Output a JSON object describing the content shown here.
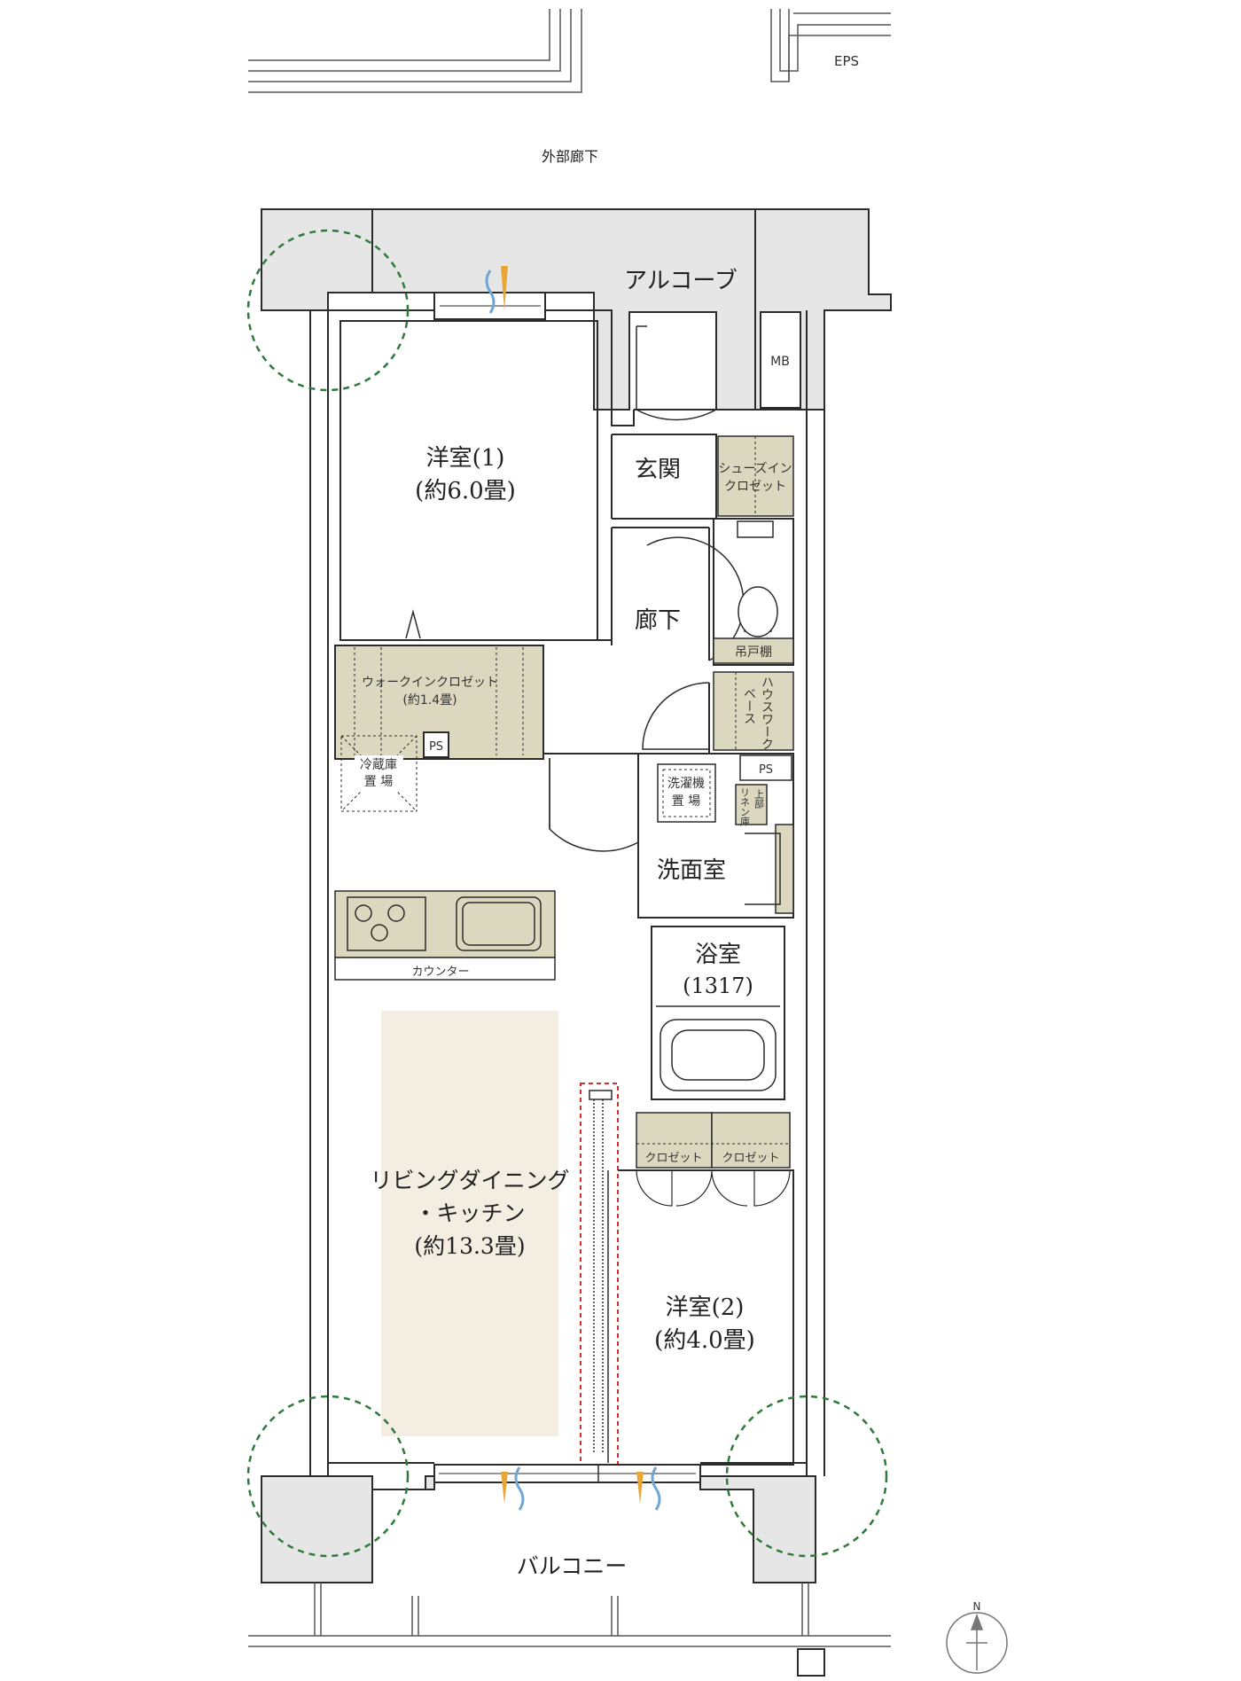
{
  "labels": {
    "external_corridor": "外部廊下",
    "eps": "EPS",
    "alcove": "アルコーブ",
    "mb": "MB",
    "western_room_1": "洋室(1)",
    "western_room_1_size": "(約6.0畳)",
    "entrance": "玄関",
    "shoes_in_closet_line1": "シューズイン",
    "shoes_in_closet_line2": "クロゼット",
    "hallway": "廊下",
    "hanging_shelf": "吊戸棚",
    "house_work_base_col1": "ハウスワーク",
    "house_work_base_col2": "ベース",
    "walk_in_closet": "ウォークインクロゼット",
    "walk_in_closet_size": "(約1.4畳)",
    "ps": "PS",
    "fridge_space_line1": "冷蔵庫",
    "fridge_space_line2": "置 場",
    "washer_space_line1": "洗濯機",
    "washer_space_line2": "置 場",
    "linen_cabinet_col1": "リネン庫",
    "linen_cabinet_col2": "上部",
    "washroom": "洗面室",
    "bathroom": "浴室",
    "bathroom_size": "(1317)",
    "counter": "カウンター",
    "ldk_line1": "リビングダイニング",
    "ldk_line2": "・キッチン",
    "ldk_size": "(約13.3畳)",
    "closet": "クロゼット",
    "western_room_2": "洋室(2)",
    "western_room_2_size": "(約4.0畳)",
    "balcony": "バルコニー",
    "north": "N"
  },
  "colors": {
    "wall": "#2b2b2b",
    "common_gray": "#e6e6e6",
    "storage_fill": "#dcd8bf",
    "ldk_highlight": "#f3ede2",
    "green_dash": "#2f7a3a",
    "red_dash": "#d03030",
    "ventilation_orange": "#e8a735",
    "ventilation_blue": "#6fa6d8"
  },
  "icons": [
    "door-swing-icon",
    "toilet-icon",
    "gas-stove-icon",
    "sink-icon",
    "bathtub-icon",
    "ventilation-icon",
    "north-arrow-icon"
  ]
}
